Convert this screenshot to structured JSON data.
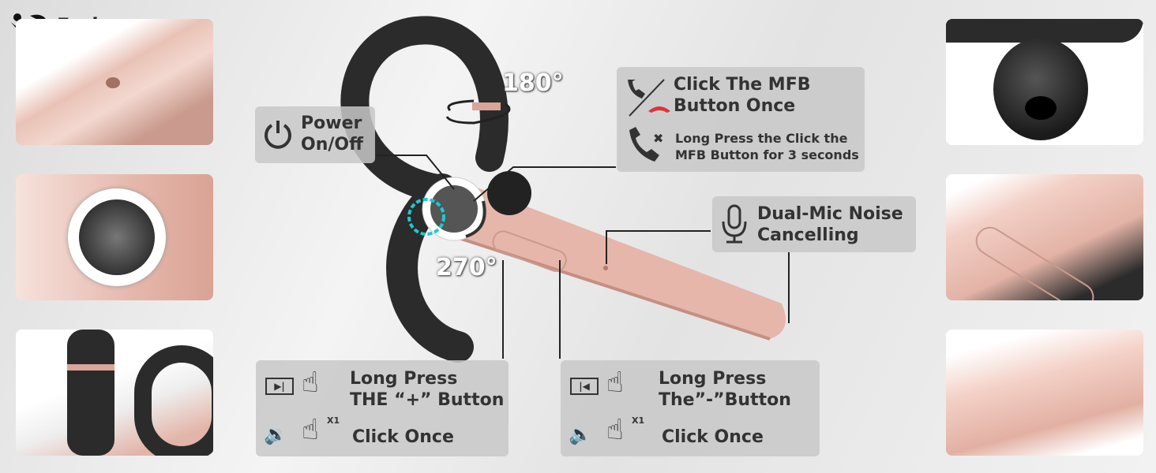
{
  "brand": {
    "name": "Earbay"
  },
  "rotation": {
    "top": "180°",
    "bottom": "270°"
  },
  "callouts": {
    "power": {
      "icon": "power-icon",
      "line1": "Power",
      "line2": "On/Off"
    },
    "mfb": {
      "line1": "Click The MFB",
      "line2": "Button Once",
      "line3": "Long Press the Click the",
      "line4": "MFB Button for 3 seconds"
    },
    "mic": {
      "icon": "microphone-icon",
      "line1": "Dual-Mic Noise",
      "line2": "Cancelling"
    },
    "plus": {
      "line1": "Long Press",
      "line2": "THE “+” Button",
      "line3": "Click Once",
      "badge": "X1"
    },
    "minus": {
      "line1": "Long Press",
      "line2": "The”-”Button",
      "line3": "Click Once",
      "badge": "X1"
    }
  },
  "colors": {
    "rose_gold": "#e8b8ad",
    "dark": "#2a2a2a",
    "hangup_red": "#e0343a",
    "box": "#c8c8c8"
  }
}
